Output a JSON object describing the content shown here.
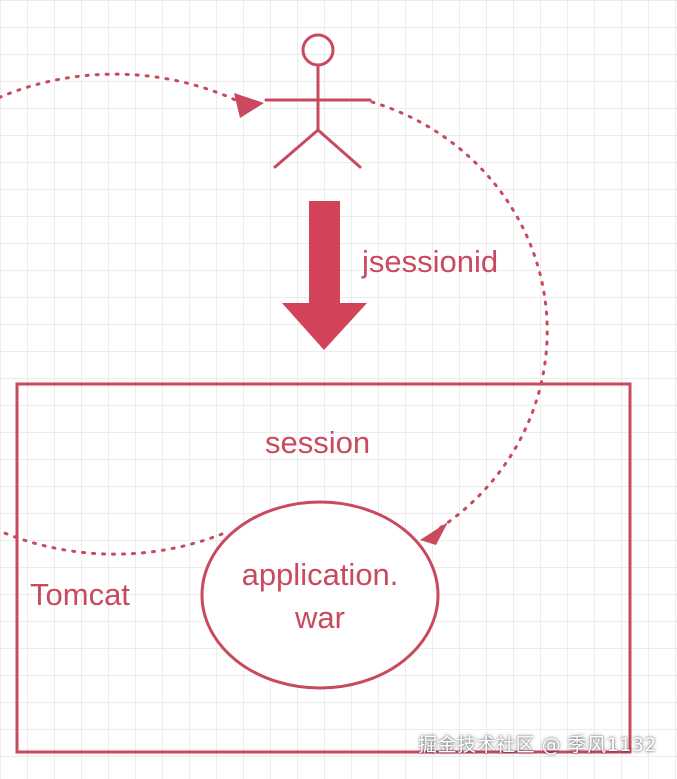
{
  "colors": {
    "accent": "#c94a5e",
    "accent_fill": "#d2435a",
    "grid": "#ececec",
    "background": "#ffffff"
  },
  "icons": {
    "user": "stick-figure-icon",
    "request": "down-arrow-icon",
    "return_path": "dotted-circular-arrow-icon"
  },
  "labels": {
    "jsessionid": "jsessionid",
    "session": "session",
    "app_line1": "application.",
    "app_line2": "war",
    "container": "Tomcat"
  },
  "watermark": "掘金技术社区 @ 季风1132"
}
